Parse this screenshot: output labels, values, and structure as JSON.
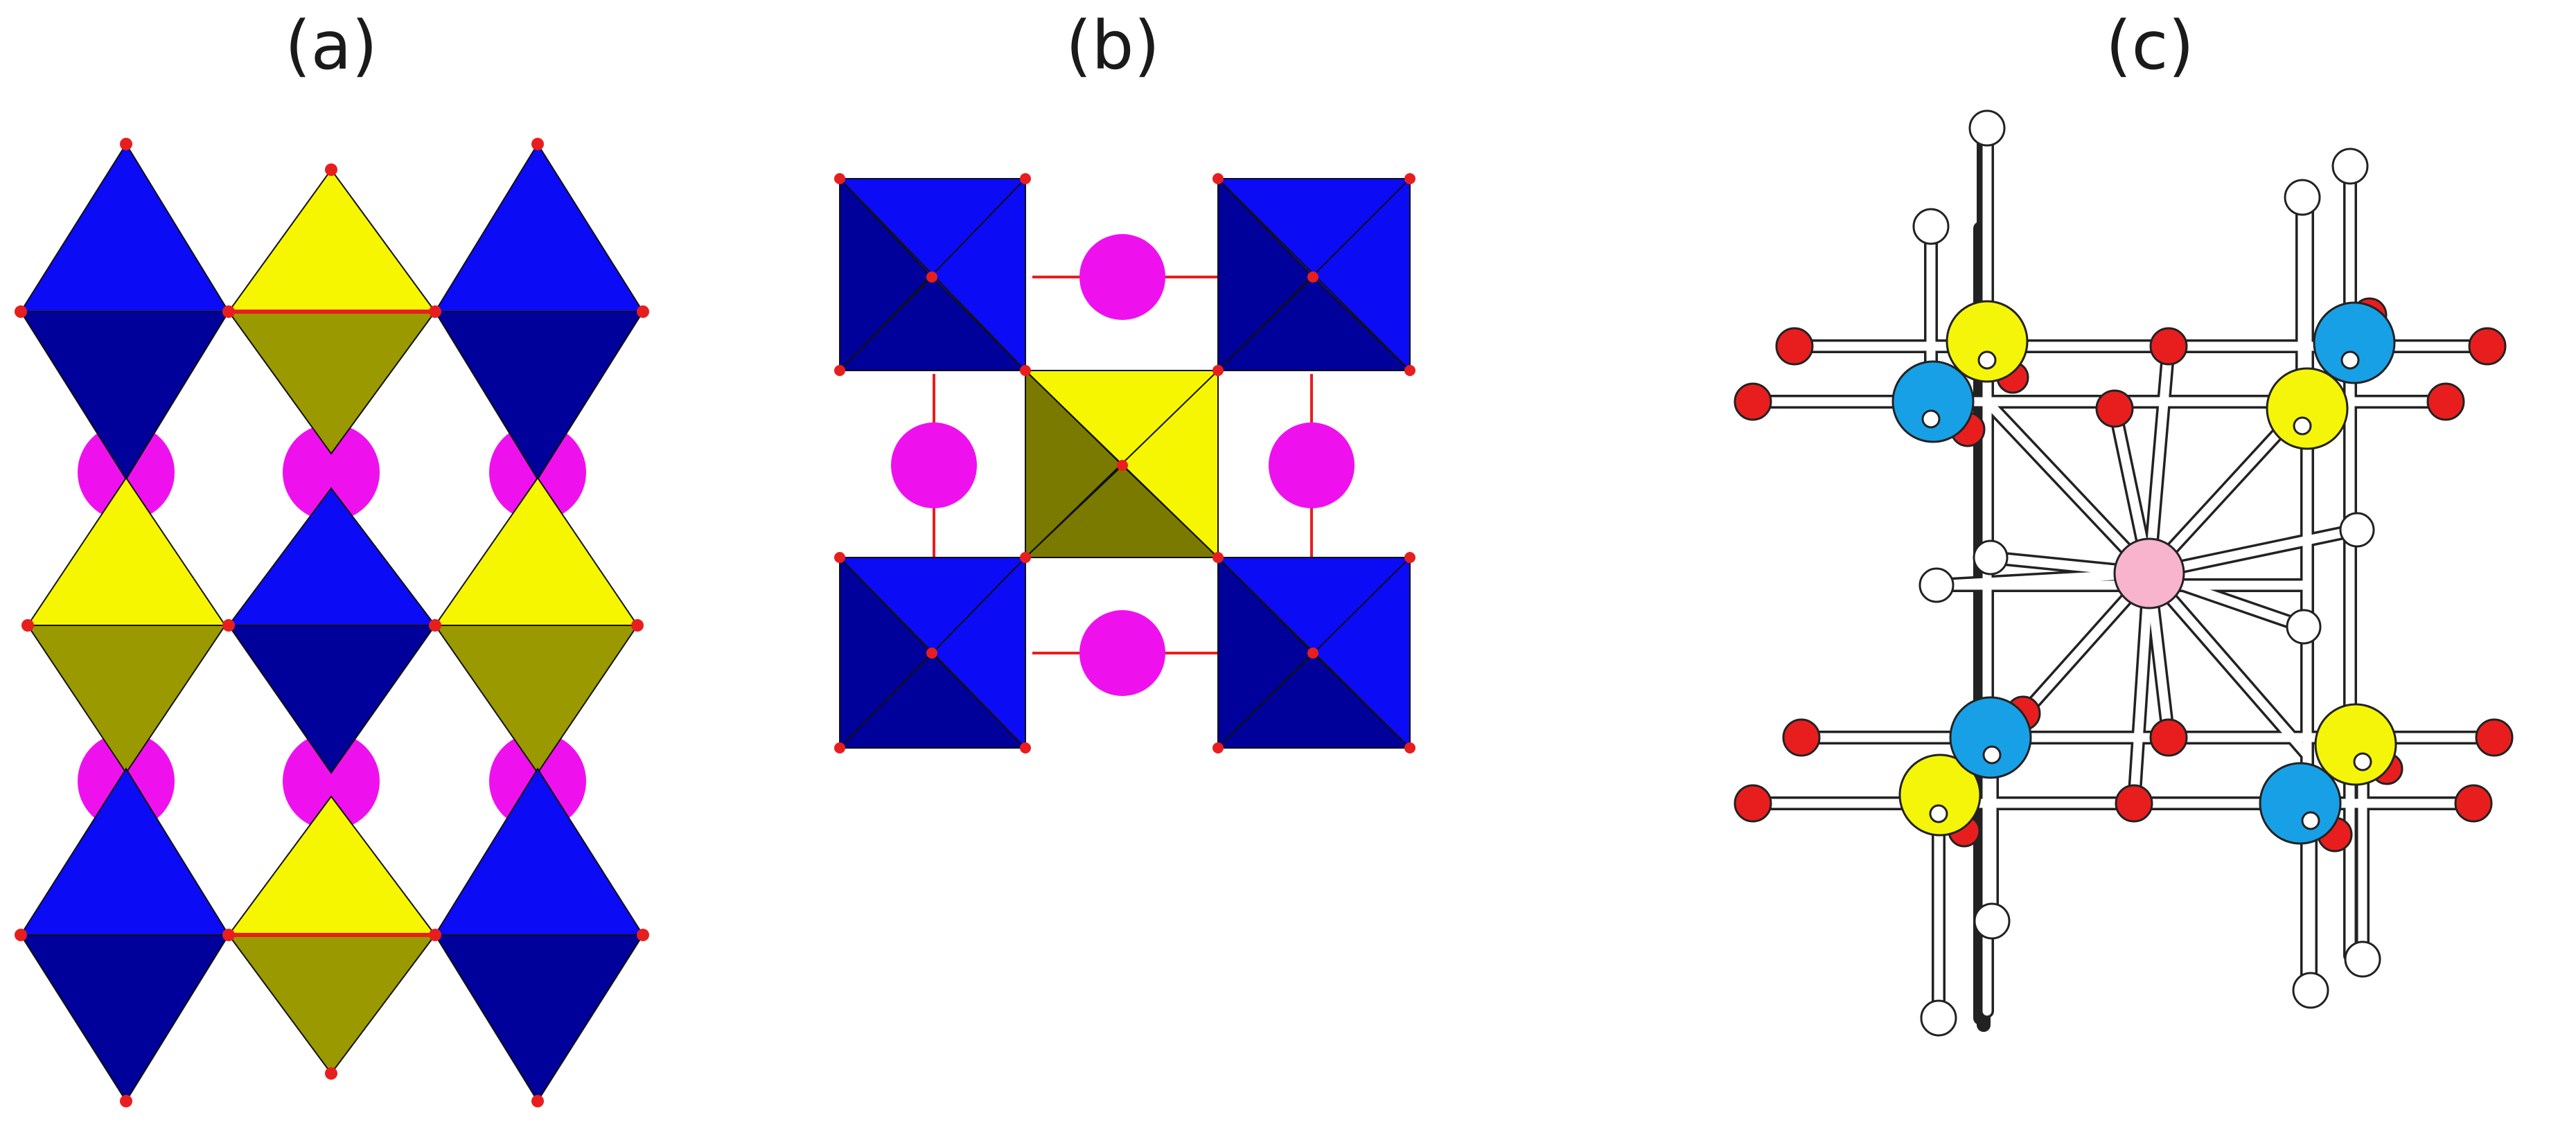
{
  "figure": {
    "panel_labels": {
      "a": "(a)",
      "b": "(b)",
      "c": "(c)"
    }
  },
  "colors": {
    "octahedron_blue_light": "#0b0bf5",
    "octahedron_blue_dark": "#00009a",
    "octahedron_yellow_light": "#f6f600",
    "octahedron_yellow_dark": "#9a9a00",
    "octahedron_yellow_mid": "#7a7a00",
    "a_site_cation": "#ee11ee",
    "oxygen_red": "#e81e1e",
    "ball_blue": "#18a0e6",
    "ball_yellow": "#f5f50a",
    "ball_pink": "#f7b4cc",
    "ball_white": "#ffffff"
  }
}
